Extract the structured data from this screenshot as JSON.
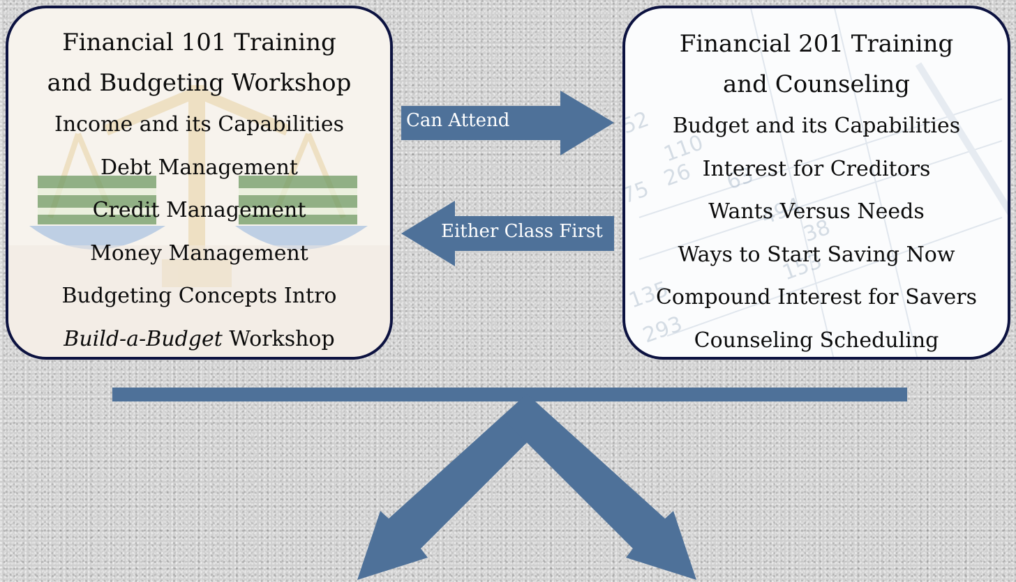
{
  "left_box": {
    "title_line1": "Financial 101 Training",
    "title_line2": "and Budgeting Workshop",
    "items": [
      "Income and its Capabilities",
      "Debt Management",
      "Credit Management",
      "Money Management",
      "Budgeting Concepts Intro"
    ],
    "last_item_italic": "Build-a-Budget",
    "last_item_rest": " Workshop"
  },
  "right_box": {
    "title_line1": "Financial 201 Training",
    "title_line2": "and Counseling",
    "items": [
      "Budget and its Capabilities",
      "Interest for Creditors",
      "Wants Versus Needs",
      "Ways to Start Saving Now",
      "Compound Interest for Savers",
      "Counseling Scheduling"
    ],
    "watermark_numbers": [
      "52",
      "110",
      "75",
      "26",
      "63",
      "494",
      "38",
      "153",
      "135",
      "293"
    ]
  },
  "arrows": {
    "right_label": "Can Attend",
    "left_label": "Either Class First"
  },
  "colors": {
    "arrow": "#4e7199",
    "border": "#0c1240",
    "background": "#cfcfcf"
  }
}
